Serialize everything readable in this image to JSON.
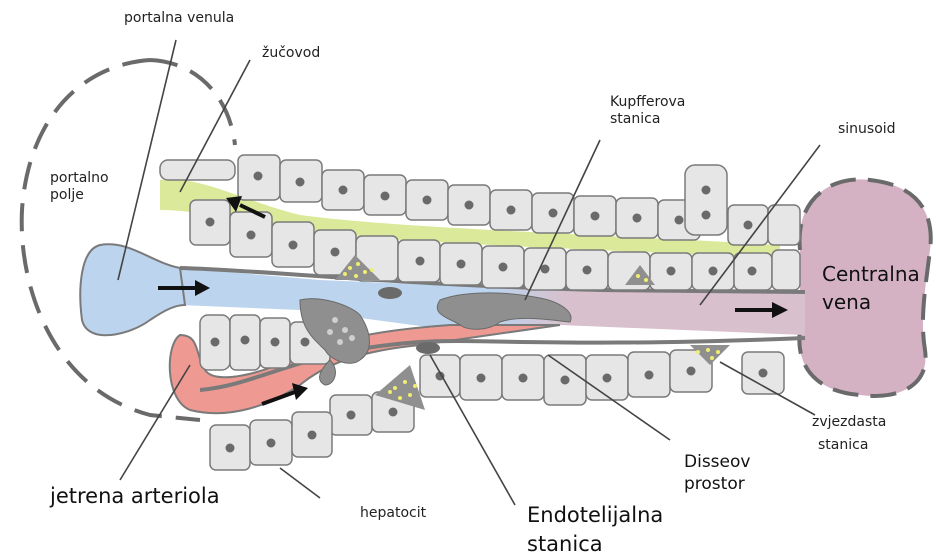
{
  "labels": {
    "portalna_venula": "portalna venula",
    "zucovod": "žučovod",
    "portalno_polje": [
      "portalno",
      "polje"
    ],
    "kupfferova_stanica": [
      "Kupfferova",
      "stanica"
    ],
    "sinusoid": "sinusoid",
    "centralna_vena": [
      "Centralna",
      "vena"
    ],
    "zvjezdasta_stanica": [
      "zvjezdasta",
      "stanica"
    ],
    "disseov_prostor": [
      "Disseov",
      "prostor"
    ],
    "endotelijalna_stanica": [
      "Endotelijalna",
      "stanica"
    ],
    "hepatocit": "hepatocit",
    "jetrena_arteriola": "jetrena arteriola"
  },
  "colors": {
    "hepatocyte_fill": "#e6e6e6",
    "hepatocyte_stroke": "#7a7a7a",
    "nucleus": "#6a6a6a",
    "bile_duct": "#dbe99a",
    "portal_vein": "#bcd4ee",
    "artery": "#ee9a92",
    "central_vein": "#d4b2c4",
    "sinusoid": "#d8c0cc",
    "kupffer": "#8f8f8f",
    "stellate_dots": "#f0ee70",
    "dashed_outline": "#666666"
  }
}
